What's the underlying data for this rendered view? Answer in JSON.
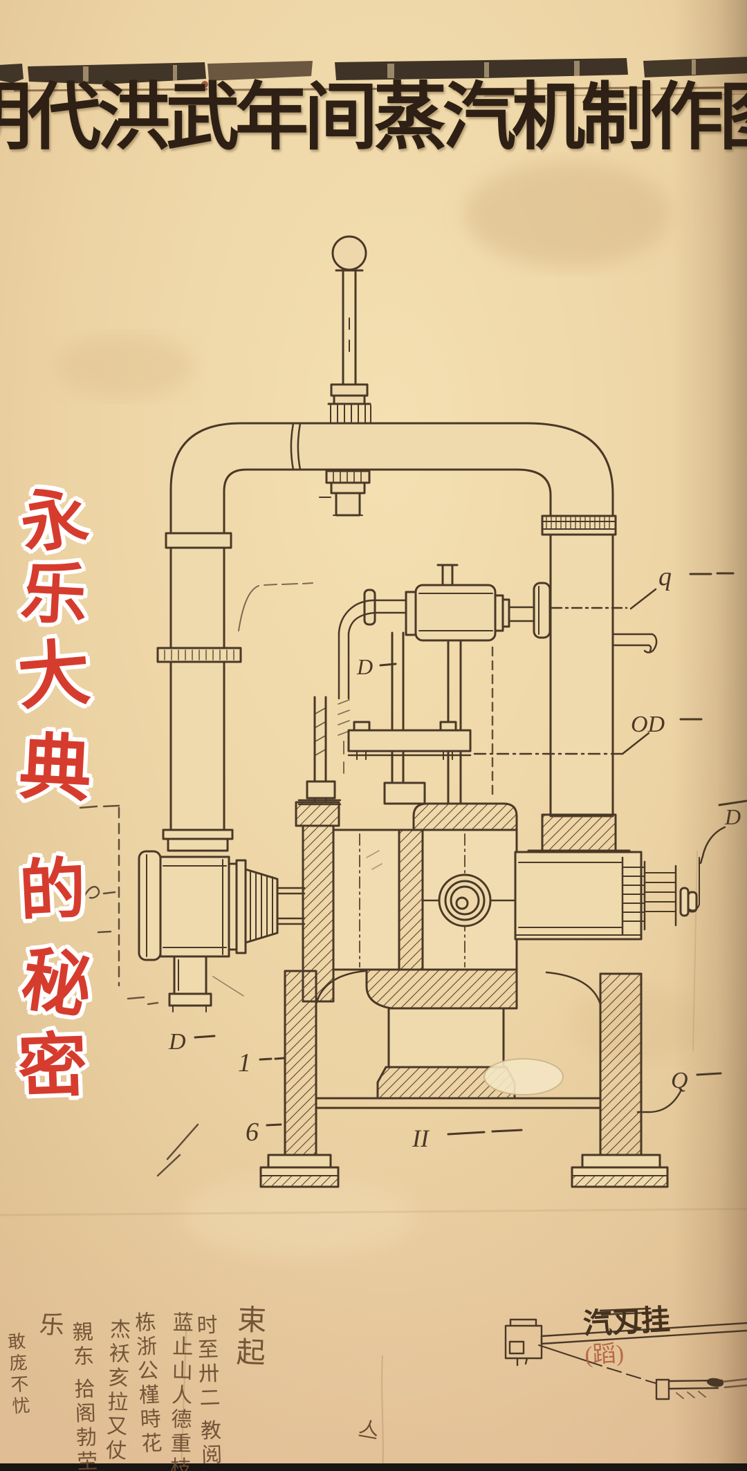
{
  "overlay": {
    "title": "明代洪武年间蒸汽机制作图",
    "title_color": "#2e2014",
    "vertical_text": {
      "chars": [
        "永",
        "乐",
        "大",
        "典",
        "的",
        "秘",
        "密"
      ],
      "color": "#d63c2e",
      "outline_color": "#ffffff"
    }
  },
  "diagram": {
    "ink_color": "#4a3827",
    "paper_color": "#ecd2a4",
    "labels": {
      "q_upper": "q",
      "od": "OD",
      "d_pipe": "D",
      "d_edge": "D",
      "d_lower_left": "D",
      "n1": "1",
      "n6": "6",
      "ii": "II",
      "q_lower": "Q"
    }
  },
  "notes": {
    "columns": [
      "束起",
      "时至卅二 教阅",
      "蓝止山人德重枝",
      "栋浙公槿時花",
      "杰袄亥拉又仗",
      "親东 拾阁勃茔",
      "乐",
      "敢庞不忧"
    ],
    "mark": "亼"
  },
  "sketch": {
    "caption": "汽刄挂",
    "caption_note": "(蹈)"
  }
}
